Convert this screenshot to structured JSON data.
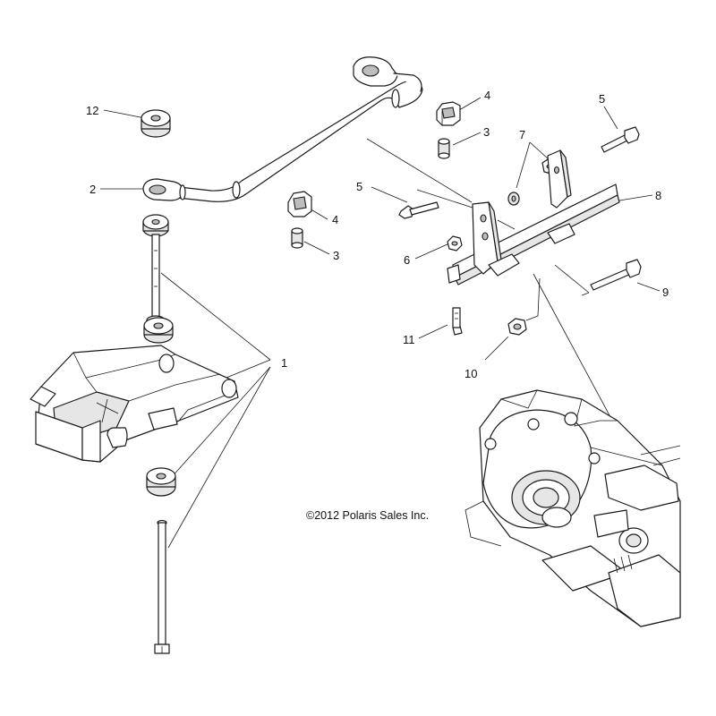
{
  "copyright": "©2012 Polaris Sales Inc.",
  "callouts": [
    "1",
    "2",
    "3",
    "3",
    "4",
    "4",
    "5",
    "5",
    "6",
    "7",
    "8",
    "9",
    "10",
    "11",
    "12"
  ]
}
